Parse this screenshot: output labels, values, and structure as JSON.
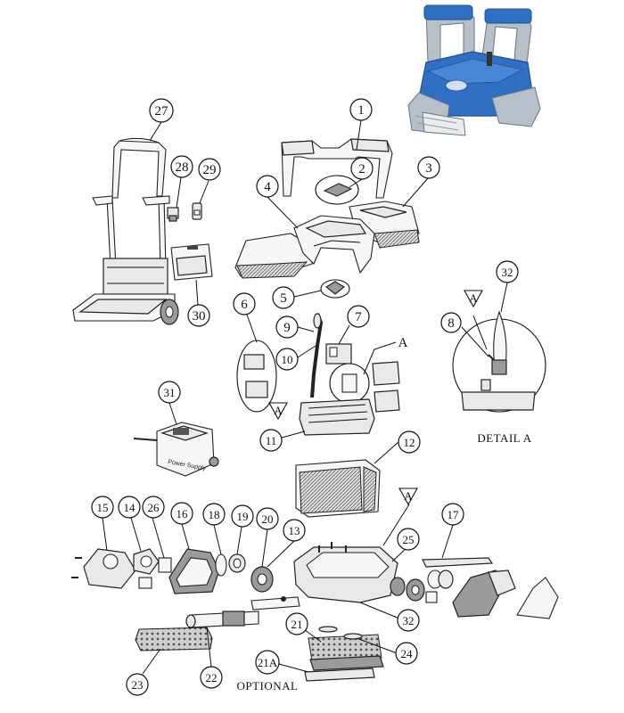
{
  "callouts": {
    "c1": "1",
    "c2": "2",
    "c3": "3",
    "c4": "4",
    "c5": "5",
    "c6": "6",
    "c7": "7",
    "c8": "8",
    "c9": "9",
    "c10": "10",
    "c11": "11",
    "c12": "12",
    "c13": "13",
    "c14": "14",
    "c15": "15",
    "c16": "16",
    "c17": "17",
    "c18": "18",
    "c19": "19",
    "c20": "20",
    "c21": "21",
    "c21a": "21A",
    "c22": "22",
    "c23": "23",
    "c24": "24",
    "c25": "25",
    "c26": "26",
    "c27": "27",
    "c28": "28",
    "c29": "29",
    "c30": "30",
    "c31": "31",
    "c32a": "32",
    "c32b": "32"
  },
  "markers": {
    "a1": "A",
    "a2": "A",
    "a3": "A",
    "a4": "A"
  },
  "labels": {
    "detail_a": "DETAIL A",
    "optional": "OPTIONAL",
    "power_supply": "Power Supply"
  },
  "colors": {
    "robot_blue": "#2f6fc4",
    "robot_blue_dark": "#1f4f95",
    "robot_grey": "#b7c0c8",
    "line": "#222222"
  }
}
